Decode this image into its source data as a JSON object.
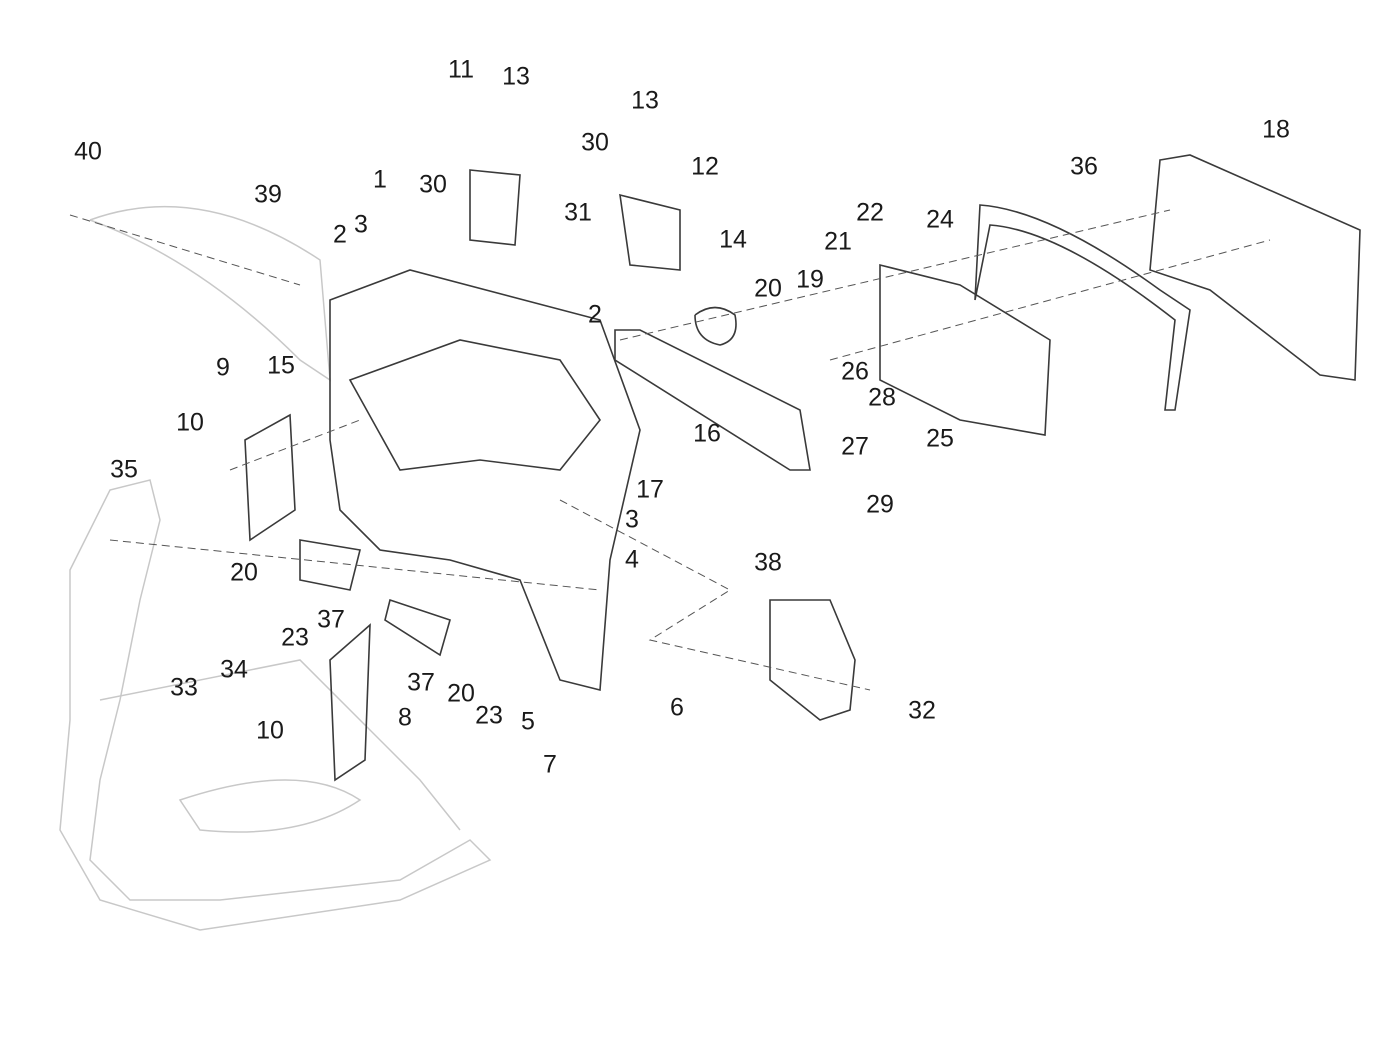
{
  "diagram": {
    "type": "exploded parts diagram",
    "callouts": [
      {
        "label": "40"
      },
      {
        "label": "39"
      },
      {
        "label": "2"
      },
      {
        "label": "3"
      },
      {
        "label": "1"
      },
      {
        "label": "30"
      },
      {
        "label": "11"
      },
      {
        "label": "13"
      },
      {
        "label": "30"
      },
      {
        "label": "31"
      },
      {
        "label": "13"
      },
      {
        "label": "12"
      },
      {
        "label": "14"
      },
      {
        "label": "2"
      },
      {
        "label": "20"
      },
      {
        "label": "19"
      },
      {
        "label": "21"
      },
      {
        "label": "22"
      },
      {
        "label": "24"
      },
      {
        "label": "36"
      },
      {
        "label": "18"
      },
      {
        "label": "26"
      },
      {
        "label": "28"
      },
      {
        "label": "27"
      },
      {
        "label": "25"
      },
      {
        "label": "29"
      },
      {
        "label": "16"
      },
      {
        "label": "17"
      },
      {
        "label": "3"
      },
      {
        "label": "4"
      },
      {
        "label": "9"
      },
      {
        "label": "15"
      },
      {
        "label": "10"
      },
      {
        "label": "35"
      },
      {
        "label": "20"
      },
      {
        "label": "23"
      },
      {
        "label": "37"
      },
      {
        "label": "33"
      },
      {
        "label": "34"
      },
      {
        "label": "37"
      },
      {
        "label": "20"
      },
      {
        "label": "23"
      },
      {
        "label": "5"
      },
      {
        "label": "7"
      },
      {
        "label": "6"
      },
      {
        "label": "38"
      },
      {
        "label": "32"
      },
      {
        "label": "10"
      },
      {
        "label": "8"
      }
    ],
    "colors": {
      "line": "#3a3a3a",
      "faded": "#c8c8c8",
      "text": "#1a1a1a"
    }
  }
}
